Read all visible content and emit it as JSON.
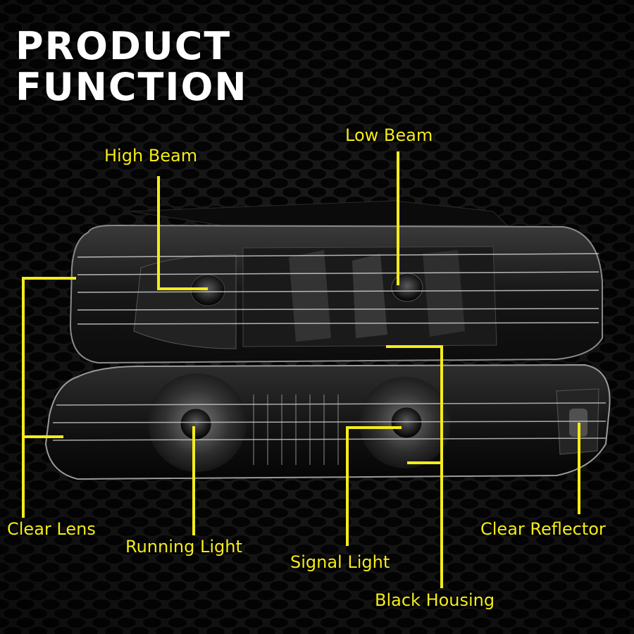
{
  "title": {
    "line1": "PRODUCT",
    "line2": "FUNCTION"
  },
  "callouts": {
    "high_beam": "High Beam",
    "low_beam": "Low Beam",
    "clear_lens": "Clear Lens",
    "running_light": "Running Light",
    "signal_light": "Signal Light",
    "black_housing": "Black Housing",
    "clear_reflector": "Clear Reflector"
  },
  "colors": {
    "callout": "#f4ec1a",
    "title": "#ffffff",
    "background": "#1a1a1a"
  },
  "image": {
    "subject": "smoked headlight and bumper lamp assembly on mesh background"
  }
}
